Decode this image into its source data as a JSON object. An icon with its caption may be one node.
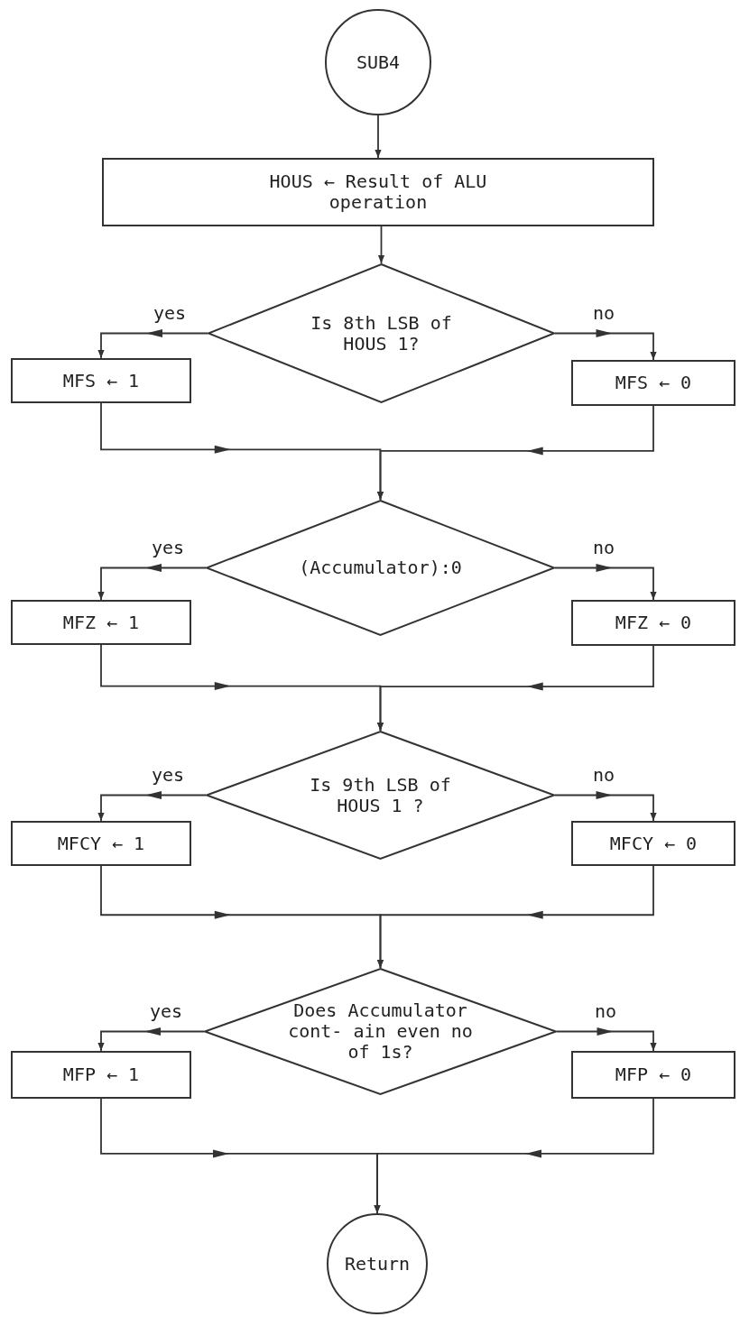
{
  "diagram": {
    "nodes": [
      {
        "text": [
          "SUB4"
        ]
      },
      {
        "text": [
          "HOUS ← Result of ALU operation"
        ]
      },
      {
        "text": [
          "Is 8th LSB of HOUS 1?"
        ]
      },
      {
        "text": [
          "MFS ← 1"
        ]
      },
      {
        "text": [
          "MFS ← 0"
        ]
      },
      {
        "text": [
          "(Accumulator):0"
        ]
      },
      {
        "text": [
          "MFZ ← 1"
        ]
      },
      {
        "text": [
          "MFZ ← 0"
        ]
      },
      {
        "text": [
          "Is 9th LSB of HOUS 1 ?"
        ]
      },
      {
        "text": [
          "MFCY ← 1"
        ]
      },
      {
        "text": [
          "MFCY ← 0"
        ]
      },
      {
        "text": [
          "Does Accumulator cont- ain even no of 1s?"
        ]
      },
      {
        "text": [
          "MFP ← 1"
        ]
      },
      {
        "text": [
          "MFP ← 0"
        ]
      },
      {
        "text": [
          "Return"
        ]
      }
    ],
    "edges": [
      {
        "from": 0,
        "to": 1,
        "arrow": "to"
      },
      {
        "from": 1,
        "to": 2,
        "arrow": "to"
      },
      {
        "from": 2,
        "to": 3,
        "arrow": "to",
        "label": "yes"
      },
      {
        "from": 2,
        "to": 4,
        "arrow": "to",
        "label": "no"
      },
      {
        "from": 3,
        "to": 5,
        "arrow": "to"
      },
      {
        "from": 4,
        "to": 5,
        "arrow": "to"
      },
      {
        "from": 5,
        "to": 6,
        "arrow": "to",
        "label": "yes"
      },
      {
        "from": 5,
        "to": 7,
        "arrow": "to",
        "label": "no"
      },
      {
        "from": 6,
        "to": 8,
        "arrow": "to"
      },
      {
        "from": 7,
        "to": 8,
        "arrow": "to"
      },
      {
        "from": 8,
        "to": 9,
        "arrow": "to",
        "label": "yes"
      },
      {
        "from": 8,
        "to": 10,
        "arrow": "to",
        "label": "no"
      },
      {
        "from": 9,
        "to": 11,
        "arrow": "to"
      },
      {
        "from": 10,
        "to": 11,
        "arrow": "to"
      },
      {
        "from": 11,
        "to": 12,
        "arrow": "to",
        "label": "yes"
      },
      {
        "from": 11,
        "to": 13,
        "arrow": "to",
        "label": "no"
      },
      {
        "from": 12,
        "to": 14,
        "arrow": "to"
      },
      {
        "from": 13,
        "to": 14,
        "arrow": "to"
      }
    ]
  }
}
